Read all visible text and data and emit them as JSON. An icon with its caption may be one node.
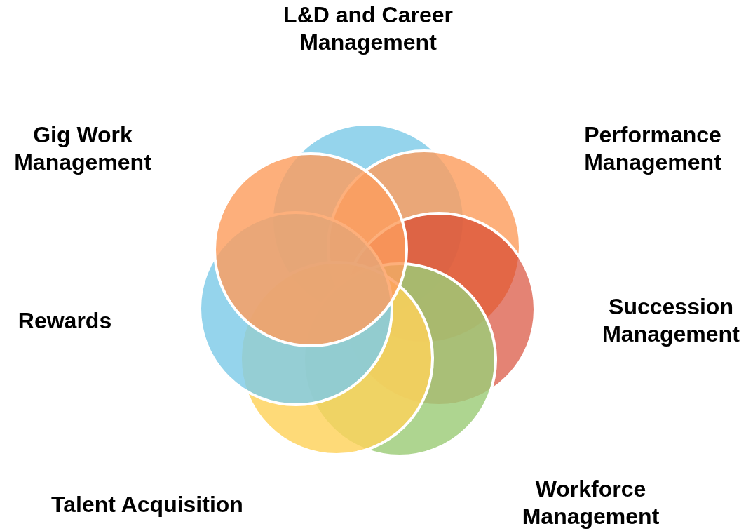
{
  "diagram": {
    "labels": [
      "L&D and Career Management",
      "Gig Work Management",
      "Performance Management",
      "Rewards",
      "Succession Management",
      "Talent Acquisition",
      "Workforce Management"
    ]
  }
}
